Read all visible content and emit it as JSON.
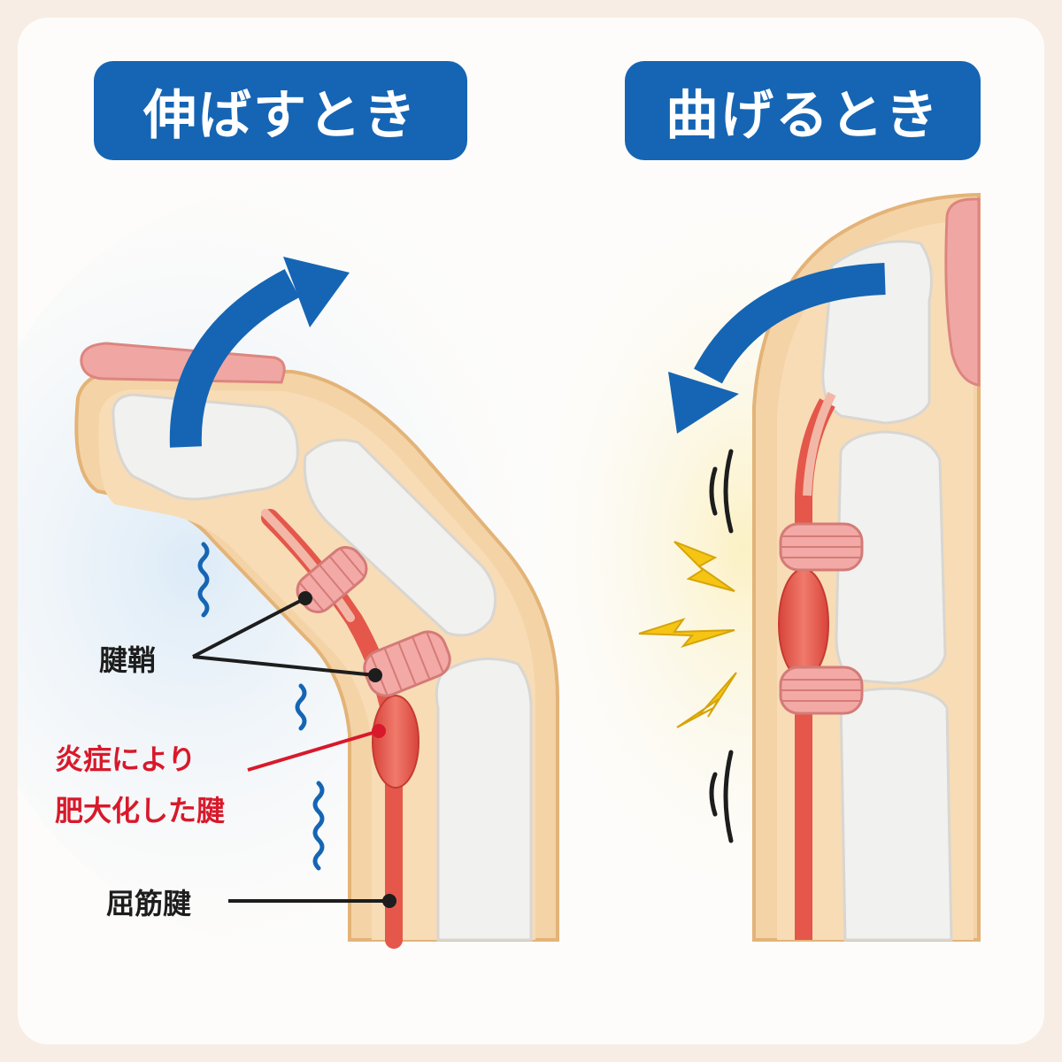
{
  "headings": {
    "extend": "伸ばすとき",
    "bend": "曲げるとき"
  },
  "labels": {
    "tendon_sheath": "腱鞘",
    "swollen_line1": "炎症により",
    "swollen_line2": "肥大化した腱",
    "flexor_tendon": "屈筋腱"
  },
  "colors": {
    "heading_bg": "#1565b4",
    "arrow": "#1565b4",
    "warning_text": "#d8192b",
    "lightning": "#f6c514",
    "tendon": "#e4574a",
    "skin": "#f4d3a6",
    "bone": "#f1f1f0",
    "nail": "#f0a7a3"
  },
  "icons": {
    "extend_motion": "curved-arrow-up-right-icon",
    "bend_motion": "curved-arrow-down-left-icon",
    "pain": "lightning-bolt-icon",
    "vibration": "wavy-line-icon",
    "snap": "motion-lines-icon"
  }
}
